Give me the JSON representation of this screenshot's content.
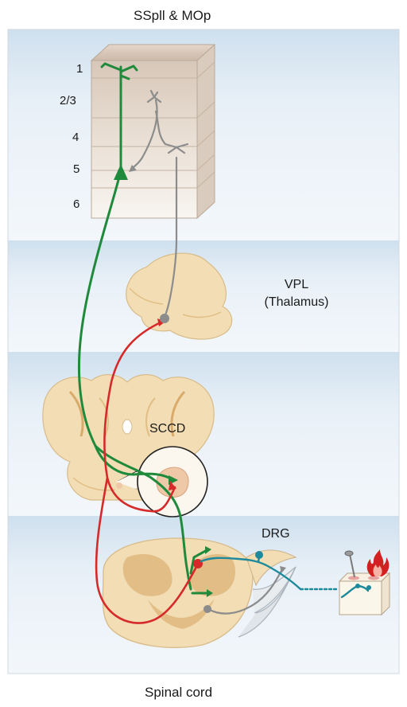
{
  "title": "SSpll & MOp",
  "cortex_layers": [
    "1",
    "2/3",
    "4",
    "5",
    "6"
  ],
  "regions": {
    "thalamus_line1": "VPL",
    "thalamus_line2": "(Thalamus)",
    "medulla": "SCCD",
    "ganglion": "DRG"
  },
  "bottom_label": "Spinal cord",
  "pathways": [
    {
      "id": "corticospinal",
      "color": "#1f8a3b"
    },
    {
      "id": "spinothalamic",
      "color": "#d62a2a"
    },
    {
      "id": "thalamocortical",
      "color": "#8c8c8c"
    },
    {
      "id": "sensory-afferent",
      "color": "#1d8a9c"
    }
  ],
  "colors": {
    "panel_band": "#d3e3ef",
    "panel_light": "#eef4f9",
    "tissue": "#f2ddb4",
    "tissue_dark": "#e2be86",
    "cortex_top": "#dccdc0",
    "cortex_bottom": "#f6f1ea"
  },
  "icons": [
    "pin-icon",
    "flame-icon"
  ]
}
